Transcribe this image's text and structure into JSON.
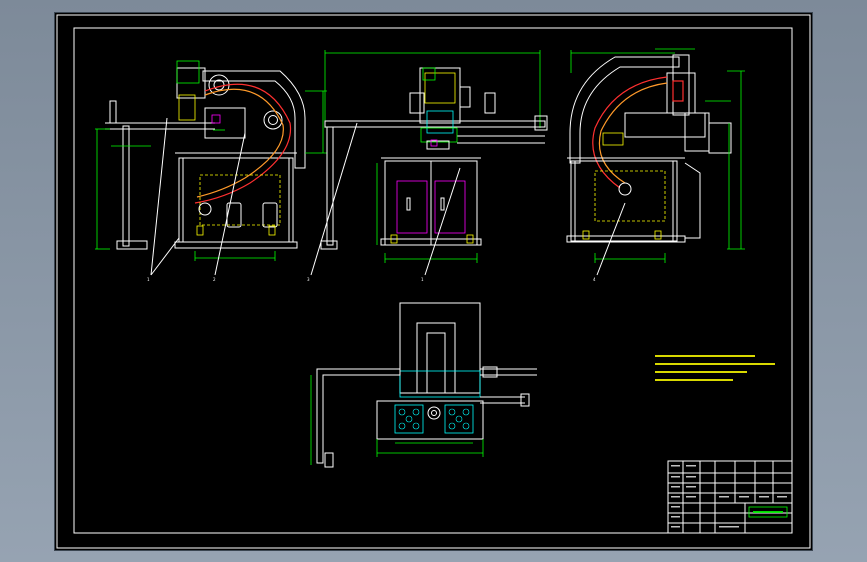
{
  "window": {
    "background_top": "#7d8a99",
    "background_bottom": "#96a3b2",
    "sheet_color": "#000000",
    "line_colors": {
      "outline": "#ffffff",
      "dimension": "#00ff00",
      "hidden": "#ffff00",
      "cyan": "#00ffff",
      "magenta": "#ff00ff",
      "hose_red": "#ff3030",
      "hose_orange": "#ff9a2a"
    }
  },
  "drawing": {
    "leaders": {
      "left_view": [
        "1",
        "2"
      ],
      "front_view": [
        "3",
        "1"
      ],
      "right_view": [
        "4"
      ]
    },
    "technical_requirements": {
      "title": "",
      "lines": [
        "",
        "",
        "",
        ""
      ]
    }
  },
  "title_block": {
    "name_cell": ""
  }
}
